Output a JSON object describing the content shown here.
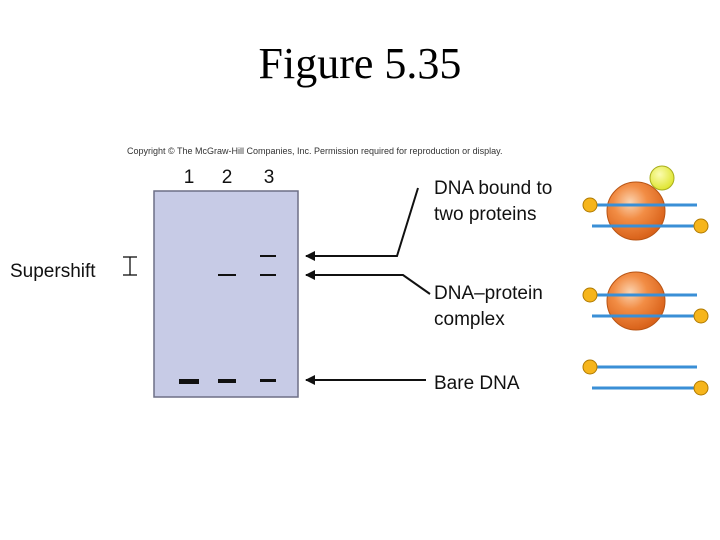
{
  "title": "Figure 5.35",
  "copyright": "Copyright © The McGraw-Hill Companies, Inc. Permission required for reproduction or display.",
  "lanes": [
    "1",
    "2",
    "3"
  ],
  "side_label": "Supershift",
  "labels": {
    "two_proteins_line1": "DNA bound to",
    "two_proteins_line2": "two proteins",
    "complex_line1": "DNA–protein",
    "complex_line2": "complex",
    "bare": "Bare DNA"
  },
  "colors": {
    "gel": "#c7cbe6",
    "dna": "#3a8fd6",
    "protein": "#f07a2a",
    "dna_end": "#f6b51c",
    "second_protein": "#e9ef4a"
  }
}
